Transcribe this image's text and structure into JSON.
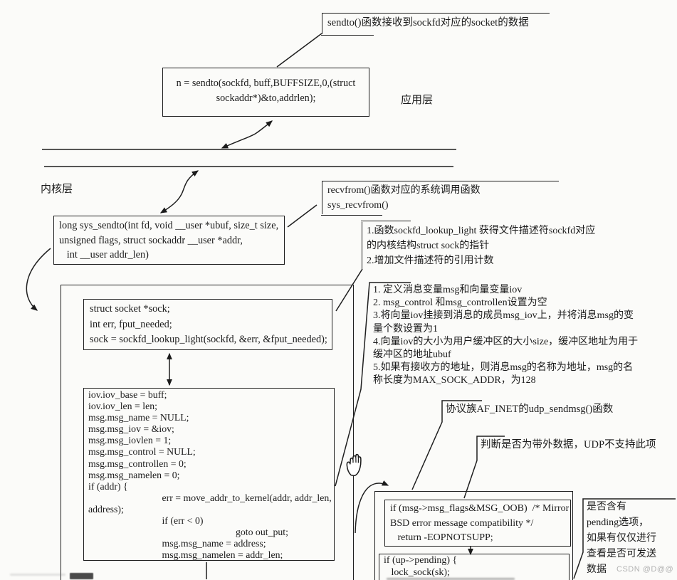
{
  "diagram": {
    "watermark": "CSDN @D@@",
    "layers": {
      "app": "应用层",
      "kernel": "内核层"
    },
    "notes": {
      "sendto": "sendto()函数接收到sockfd对应的socket的数据",
      "recvfrom": "recvfrom()函数对应的系统调用函数\nsys_recvfrom()",
      "lookup": "1.函数sockfd_lookup_light 获得文件描述符sockfd对应\n的内核结构struct sock的指针\n2.增加文件描述符的引用计数",
      "msg": "1. 定义消息变量msg和向量变量iov\n2. msg_control 和msg_controllen设置为空\n3.将向量iov挂接到消息的成员msg_iov上，并将消息msg的变\n量个数设置为1\n4.向量iov的大小为用户缓冲区的大小size，缓冲区地址为用于\n缓冲区的地址ubuf\n5.如果有接收方的地址，则消息msg的名称为地址，msg的名\n称长度为MAX_SOCK_ADDR，为128",
      "afinet": "协议族AF_INET的udp_sendmsg()函数",
      "oob": "判断是否为带外数据，UDP不支持此项",
      "pending": "是否含有\npending选项，\n如果有仅仅进行\n查看是否可发送\n数据"
    },
    "code": {
      "sendto_call": "n = sendto(sockfd, buff,BUFFSIZE,0,(struct\nsockaddr*)&to,addrlen);",
      "sys_sendto": "long sys_sendto(int fd, void __user *ubuf, size_t size,\nunsigned flags, struct sockaddr __user *addr,\n   int __user addr_len)",
      "sock_lookup": "struct socket *sock;\nint err, fput_needed;\nsock = sockfd_lookup_light(sockfd, &err, &fput_needed);",
      "msg_setup": "iov.iov_base = buff;\niov.iov_len = len;\nmsg.msg_name = NULL;\nmsg.msg_iov = &iov;\nmsg.msg_iovlen = 1;\nmsg.msg_control = NULL;\nmsg.msg_controllen = 0;\nmsg.msg_namelen = 0;\nif (addr) {\n                              err = move_addr_to_kernel(addr, addr_len,\naddress);\n                              if (err < 0)\n                                                            goto out_put;\n                              msg.msg_name = address;\n                              msg.msg_namelen = addr_len;",
      "msg_oob": "if (msg->msg_flags&MSG_OOB)  /* Mirror\nBSD error message compatibility */\n   return -EOPNOTSUPP;",
      "up_pending": "if (up->pending) {\n   lock_sock(sk);"
    }
  }
}
